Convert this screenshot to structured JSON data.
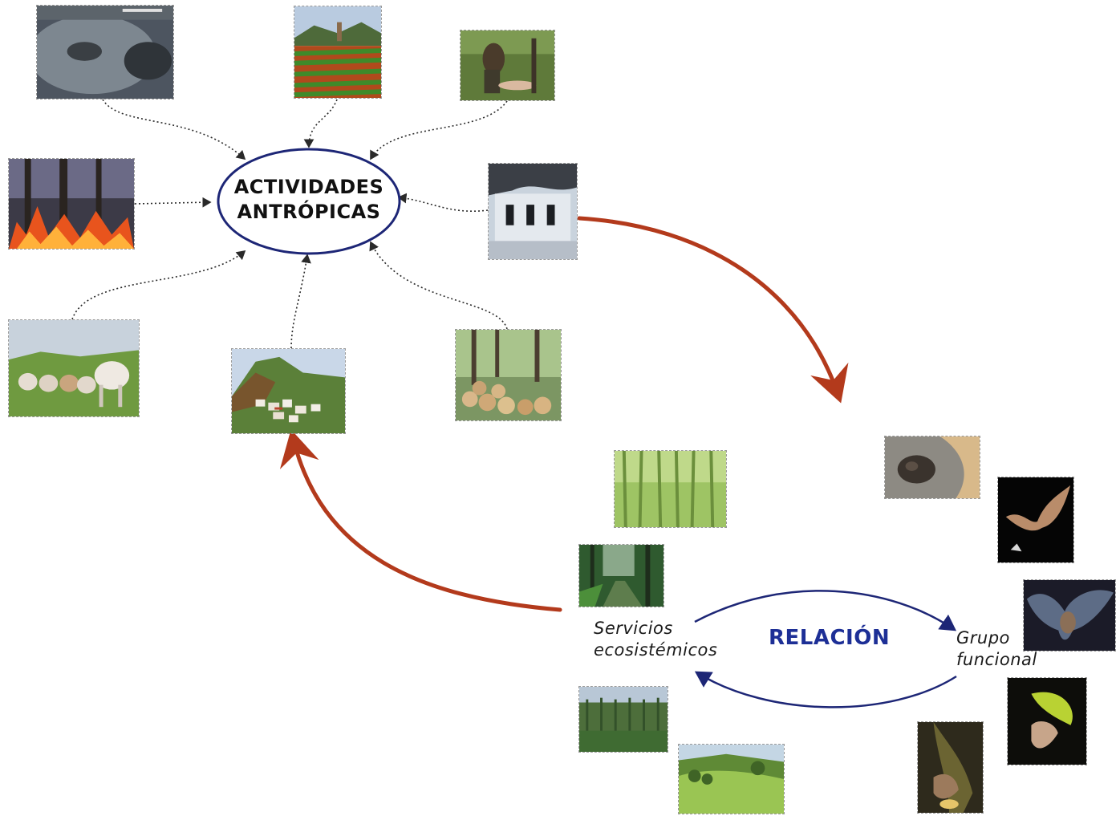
{
  "central_node": {
    "line1": "ACTIVIDADES",
    "line2": "ANTRÓPICAS"
  },
  "relation": {
    "left_line1": "Servicios",
    "left_line2": "ecosistémicos",
    "center": "RELACIÓN",
    "right_line1": "Grupo",
    "right_line2": "funcional"
  },
  "colors": {
    "ellipse_stroke": "#1d2676",
    "cycle_arrow": "#b33a1c",
    "relation_arrow": "#1d2676",
    "relation_text": "#1d2f96",
    "dotted_connector": "#2a2a2a"
  },
  "activity_photos": [
    "rock-quarry-photo",
    "crop-field-photo",
    "hunting-photo",
    "forest-fire-photo",
    "factory-smoke-photo",
    "cattle-photo",
    "village-photo",
    "logging-photo"
  ],
  "ecosystem_service_photos": [
    "bamboo-forest-photo",
    "forest-stream-photo",
    "plantation-photo",
    "green-hillside-photo"
  ],
  "functional_group_photos": [
    "bat-in-flower-photo",
    "flying-bat-photo",
    "bat-wings-spread-photo",
    "bat-on-leaf-photo",
    "bat-feeding-photo"
  ]
}
